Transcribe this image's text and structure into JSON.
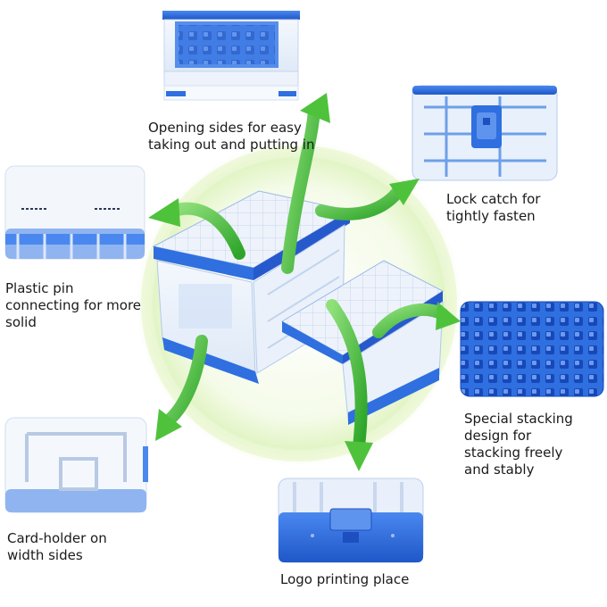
{
  "features": {
    "opening_sides": {
      "lines": [
        "Opening sides for easy",
        "taking out and putting in"
      ]
    },
    "lock_catch": {
      "lines": [
        "Lock catch for",
        "tightly fasten"
      ]
    },
    "plastic_pin": {
      "lines": [
        "Plastic pin",
        "connecting for more",
        "solid"
      ]
    },
    "stacking": {
      "lines": [
        "Special stacking",
        "design for",
        "stacking freely",
        "and stably"
      ]
    },
    "card_holder": {
      "lines": [
        "Card-holder on",
        "width sides"
      ]
    },
    "logo": {
      "lines": [
        "Logo printing place"
      ]
    }
  },
  "colors": {
    "blue": "#2f6fe0",
    "blue_light": "#8fb4f0",
    "arrow_green": "#4fc23c",
    "glow": "#e7f6c8"
  }
}
